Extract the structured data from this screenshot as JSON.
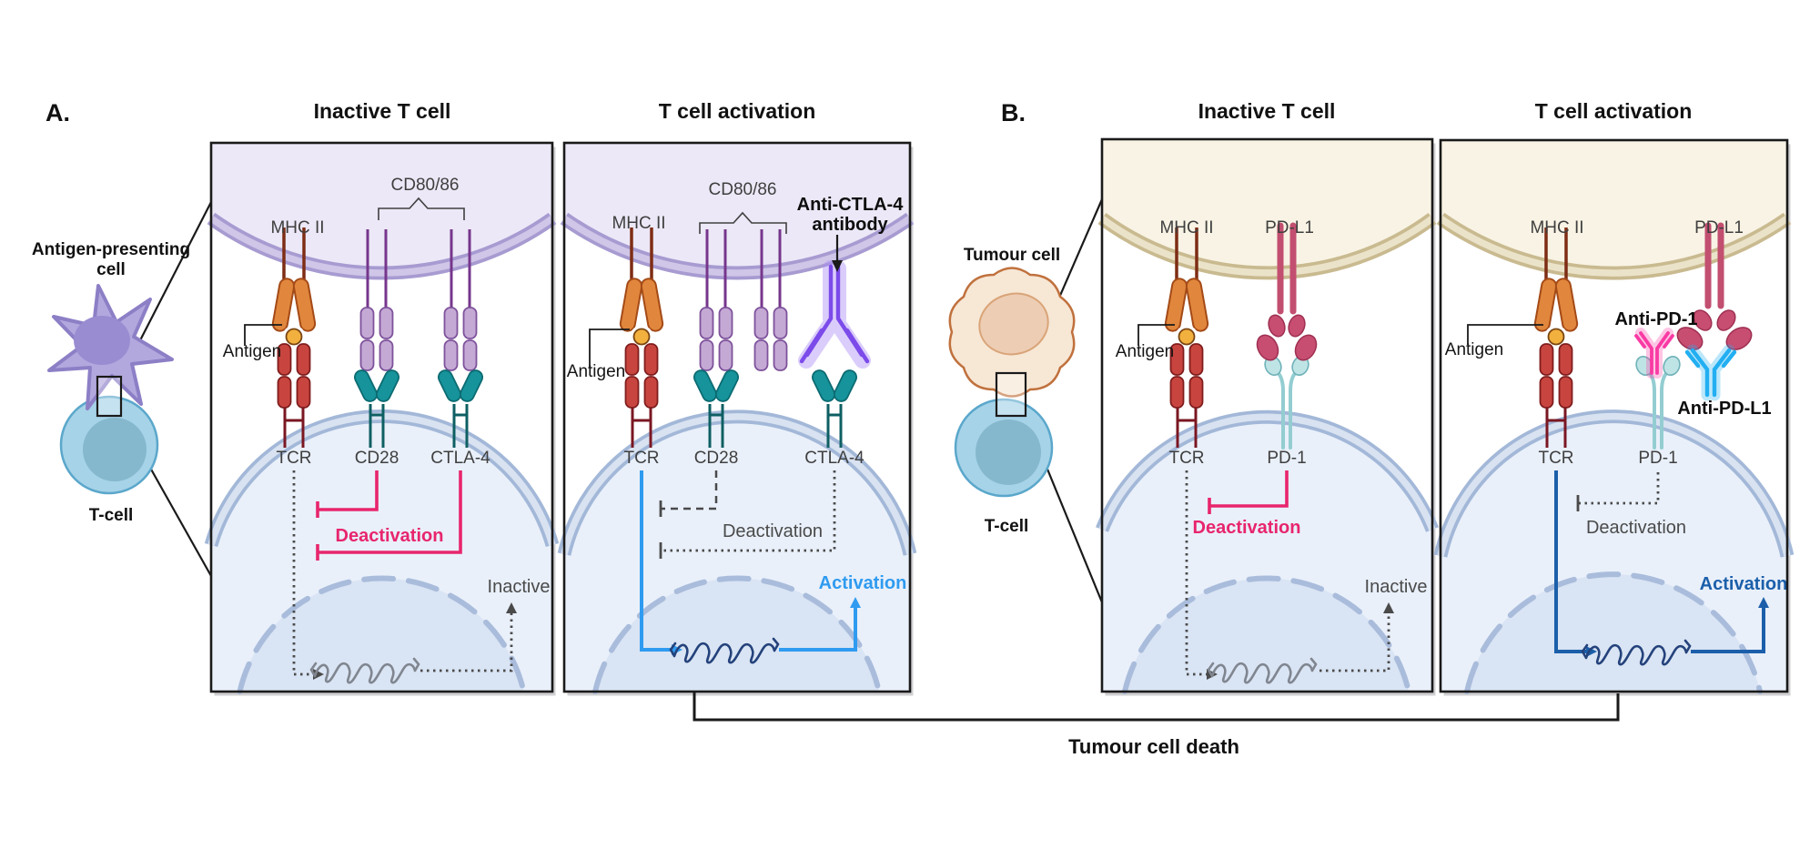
{
  "colors": {
    "deactivation_pink": "#E8256D",
    "activation_blue": "#2F9BF0",
    "activation_navy": "#1B5FAA",
    "antibody_purple": "#7C4BEA",
    "antibody_pink": "#F93AA4",
    "antibody_azure": "#22AFF2"
  },
  "panel_a": {
    "letter": "A.",
    "callout": {
      "cell_top_line1": "Antigen-presenting",
      "cell_top_line2": "cell",
      "cell_bottom": "T-cell"
    },
    "inactive": {
      "title": "Inactive T cell",
      "cd80": "CD80/86",
      "mhc": "MHC II",
      "antigen": "Antigen",
      "tcr": "TCR",
      "cd28": "CD28",
      "ctla4": "CTLA-4",
      "deactivation": "Deactivation",
      "state": "Inactive"
    },
    "activation": {
      "title": "T cell activation",
      "cd80": "CD80/86",
      "mhc": "MHC II",
      "antigen": "Antigen",
      "antibody_line1": "Anti-CTLA-4",
      "antibody_line2": "antibody",
      "tcr": "TCR",
      "cd28": "CD28",
      "ctla4": "CTLA-4",
      "deactivation": "Deactivation",
      "state": "Activation"
    }
  },
  "panel_b": {
    "letter": "B.",
    "callout": {
      "cell_top": "Tumour cell",
      "cell_bottom": "T-cell"
    },
    "inactive": {
      "title": "Inactive T cell",
      "mhc": "MHC II",
      "pdl1": "PD-L1",
      "antigen": "Antigen",
      "tcr": "TCR",
      "pd1": "PD-1",
      "deactivation": "Deactivation",
      "state": "Inactive"
    },
    "activation": {
      "title": "T cell activation",
      "mhc": "MHC II",
      "pdl1": "PD-L1",
      "antigen": "Antigen",
      "anti_pd1": "Anti-PD-1",
      "anti_pdl1": "Anti-PD-L1",
      "tcr": "TCR",
      "pd1": "PD-1",
      "deactivation": "Deactivation",
      "state": "Activation"
    }
  },
  "footer": {
    "caption": "Tumour cell death"
  }
}
